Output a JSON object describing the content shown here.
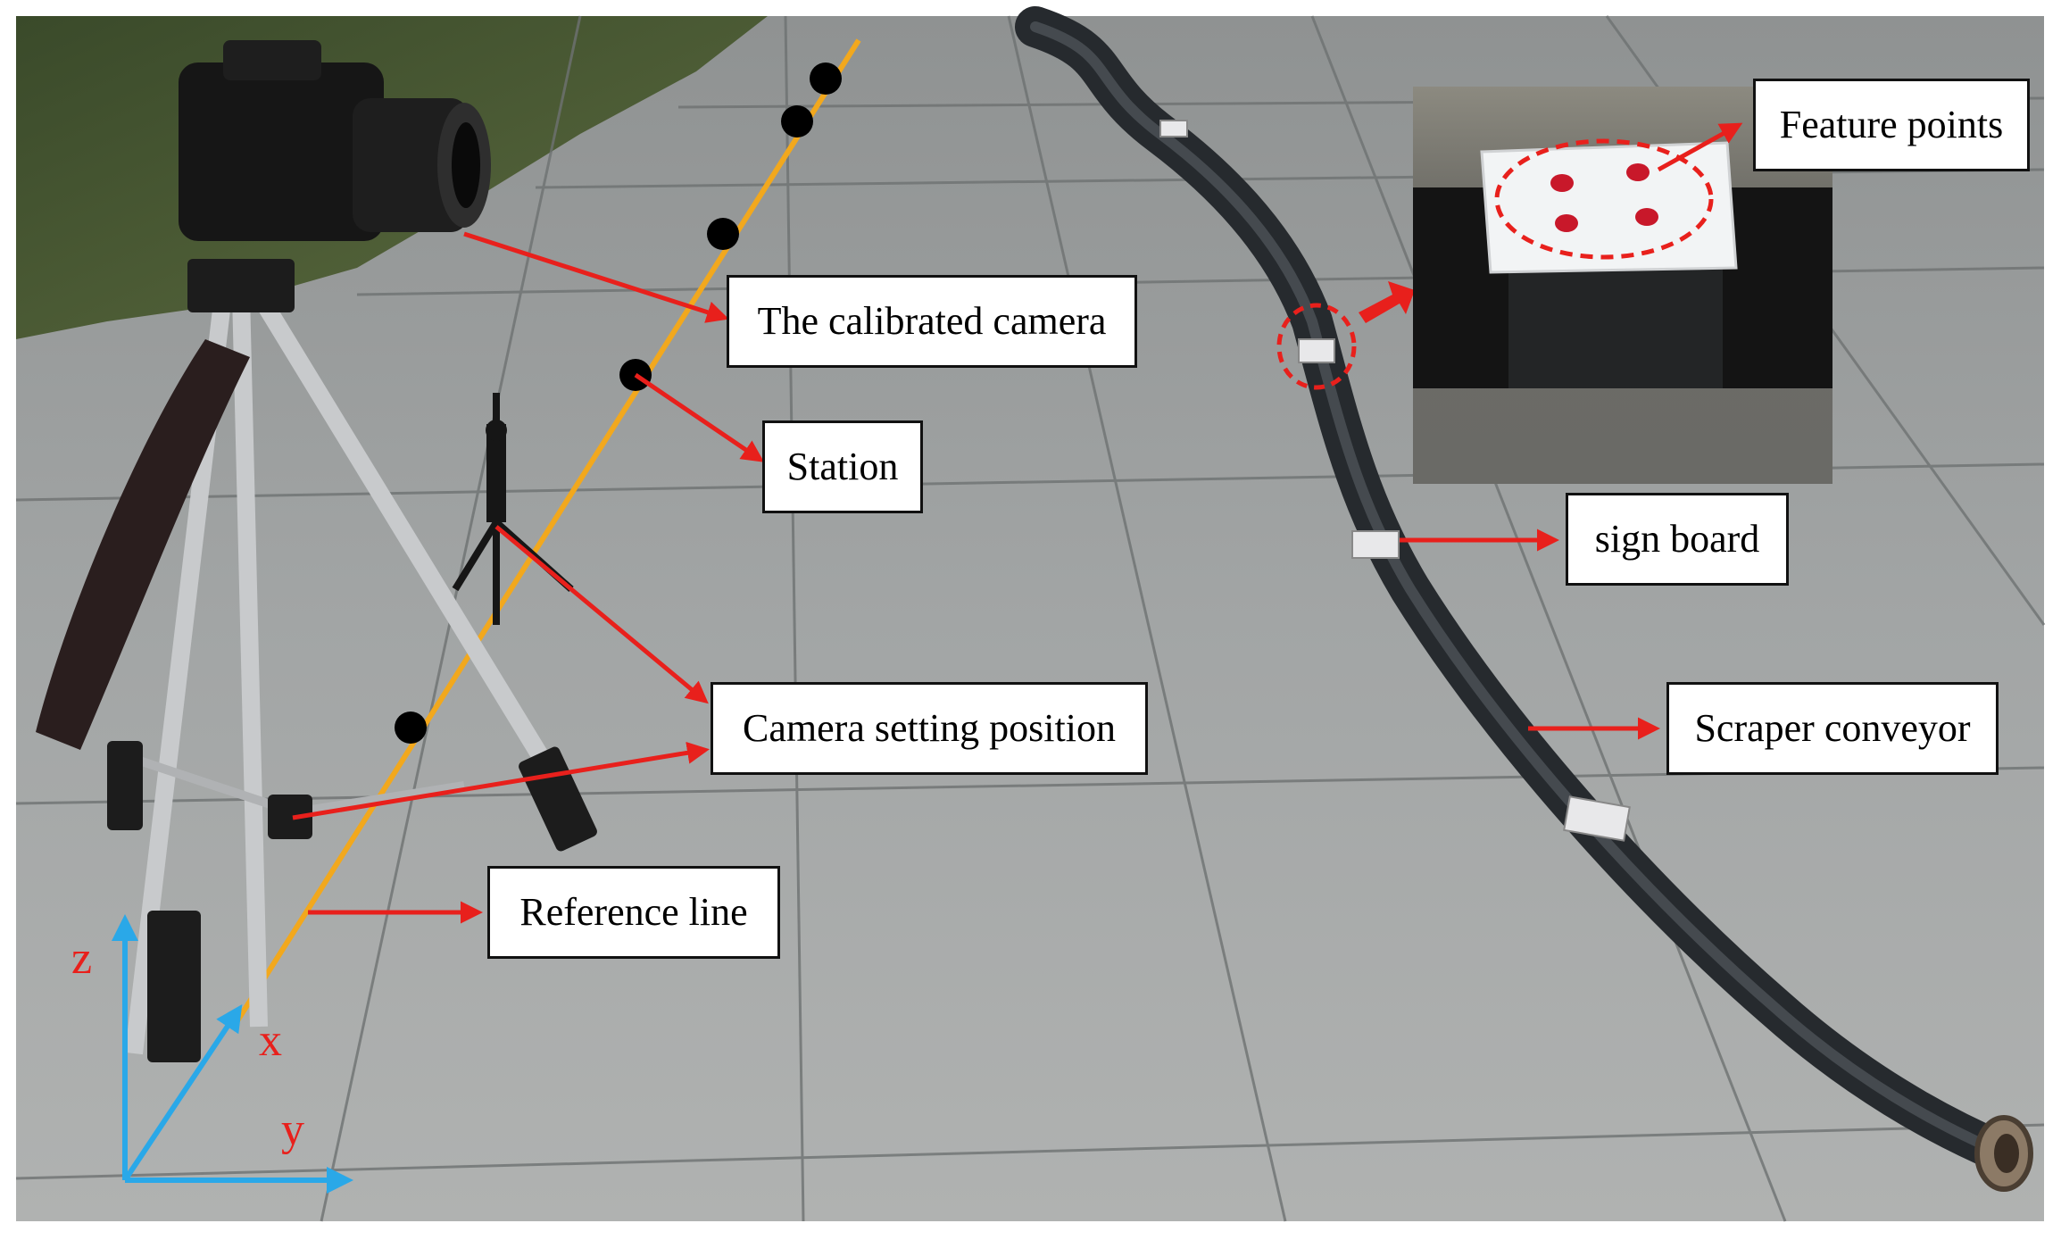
{
  "labels": {
    "calibrated_camera": "The calibrated camera",
    "station": "Station",
    "camera_setting_position": "Camera setting position",
    "reference_line": "Reference line",
    "feature_points": "Feature points",
    "sign_board": "sign board",
    "scraper_conveyor": "Scraper conveyor"
  },
  "axes": {
    "x": "x",
    "y": "y",
    "z": "z"
  },
  "colors": {
    "annotation_arrow": "#e8201c",
    "reference_line": "#f2a81d",
    "axis_arrows": "#2aa8e8",
    "axis_letters": "#e8201c",
    "station_marker": "#000000",
    "ground": "#9a9c9c",
    "conveyor": "#2b2f33"
  },
  "icons": {
    "camera": "dslr-camera-icon",
    "tripod": "tripod-icon",
    "mini_tripod": "mini-tripod-icon"
  }
}
